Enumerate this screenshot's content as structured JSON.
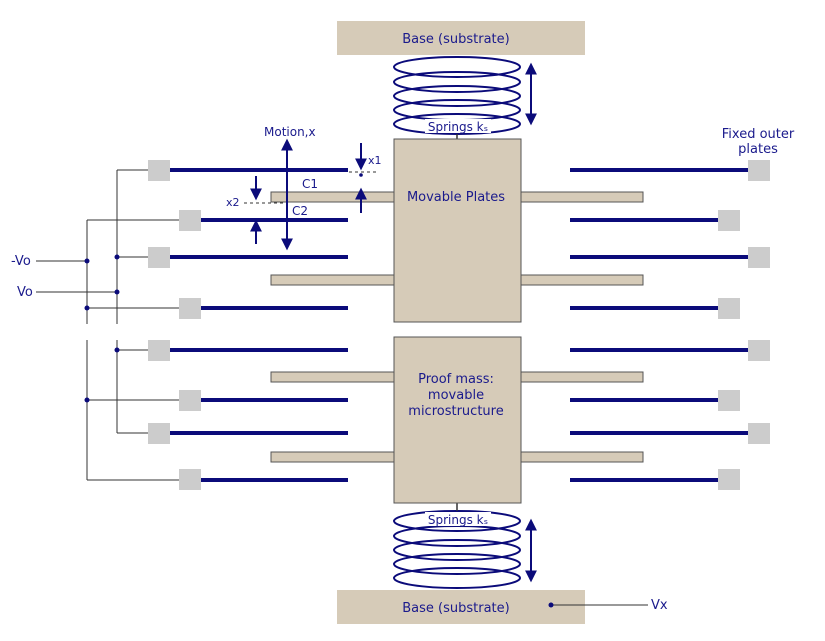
{
  "labels": {
    "base_top": "Base (substrate)",
    "base_bottom": "Base (substrate)",
    "springs_top": "Springs kₛ",
    "springs_bottom": "Springs kₛ",
    "motion": "Motion,x",
    "fixed_outer_line1": "Fixed outer",
    "fixed_outer_line2": "plates",
    "movable_plates": "Movable Plates",
    "proof_mass_line1": "Proof mass:",
    "proof_mass_line2": "movable",
    "proof_mass_line3": "microstructure",
    "x1": "x1",
    "x2": "x2",
    "c1": "C1",
    "c2": "C2",
    "neg_vo": "-Vo",
    "vo": "Vo",
    "vx": "Vx"
  },
  "colors": {
    "substrate": "#d6cbb8",
    "plate": "#0b0b7a",
    "pad": "#cccccc",
    "wire": "#333333",
    "text": "#1a1a8c"
  }
}
